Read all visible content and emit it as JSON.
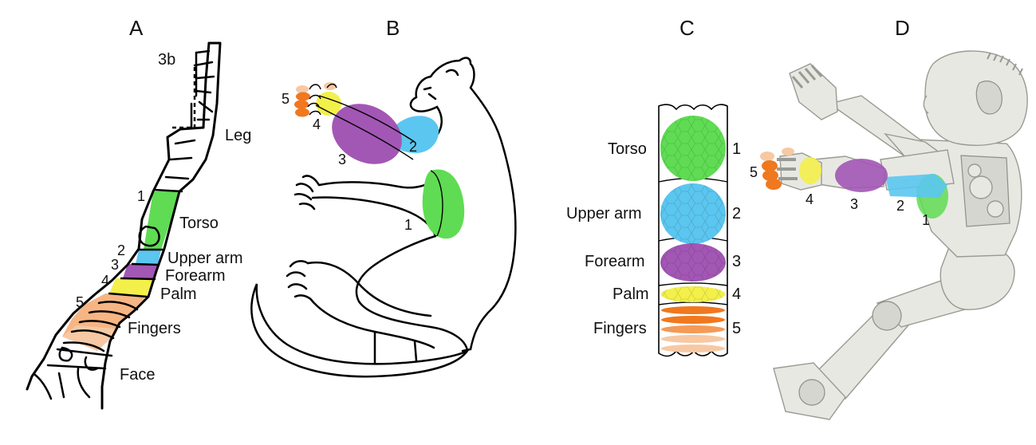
{
  "panels": {
    "a": "A",
    "b": "B",
    "c": "C",
    "d": "D"
  },
  "colors": {
    "torso": "#5fdc53",
    "upper_arm": "#5bc6f0",
    "forearm": "#a257b4",
    "palm": "#f3f04a",
    "fingers_dark": "#f0781e",
    "fingers_light": "#f6c9a4"
  },
  "panel_a": {
    "top_label": "3b",
    "labels": {
      "leg": "Leg",
      "torso": "Torso",
      "upper_arm": "Upper arm",
      "forearm": "Forearm",
      "palm": "Palm",
      "fingers": "Fingers",
      "face": "Face"
    },
    "numbers": {
      "n1": "1",
      "n2": "2",
      "n3": "3",
      "n4": "4",
      "n5": "5"
    }
  },
  "panel_b": {
    "numbers": {
      "n1": "1",
      "n2": "2",
      "n3": "3",
      "n4": "4",
      "n5": "5"
    }
  },
  "panel_c": {
    "labels": {
      "torso": "Torso",
      "upper_arm": "Upper arm",
      "forearm": "Forearm",
      "palm": "Palm",
      "fingers": "Fingers"
    },
    "numbers": {
      "n1": "1",
      "n2": "2",
      "n3": "3",
      "n4": "4",
      "n5": "5"
    }
  },
  "panel_d": {
    "numbers": {
      "n1": "1",
      "n2": "2",
      "n3": "3",
      "n4": "4",
      "n5": "5"
    }
  }
}
